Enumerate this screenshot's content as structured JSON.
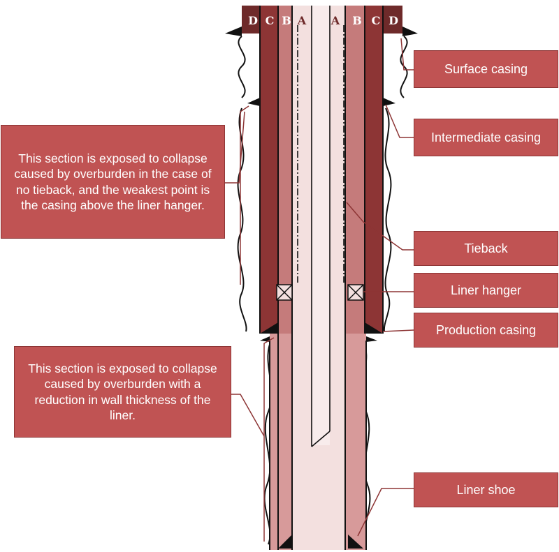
{
  "annulus_letters": [
    "D",
    "C",
    "B",
    "A",
    "A",
    "B",
    "C",
    "D"
  ],
  "labels": {
    "surface_casing": "Surface casing",
    "intermediate_casing": "Intermediate casing",
    "tieback": "Tieback",
    "liner_hanger": "Liner hanger",
    "production_casing": "Production casing",
    "liner_shoe": "Liner shoe"
  },
  "notes": {
    "upper_section": "This section is exposed to collapse caused by overburden in the case of no tieback, and the weakest point is the casing above the liner hanger.",
    "lower_section": "This section is exposed to collapse caused by overburden with a reduction in wall thickness of the liner."
  },
  "colors": {
    "callout_fill": "#c05353",
    "outer_casing": "#8d3535",
    "middle_casing": "#c57b7b",
    "inner_annulus": "#f3e0df",
    "tubing": "#f8ecec"
  }
}
